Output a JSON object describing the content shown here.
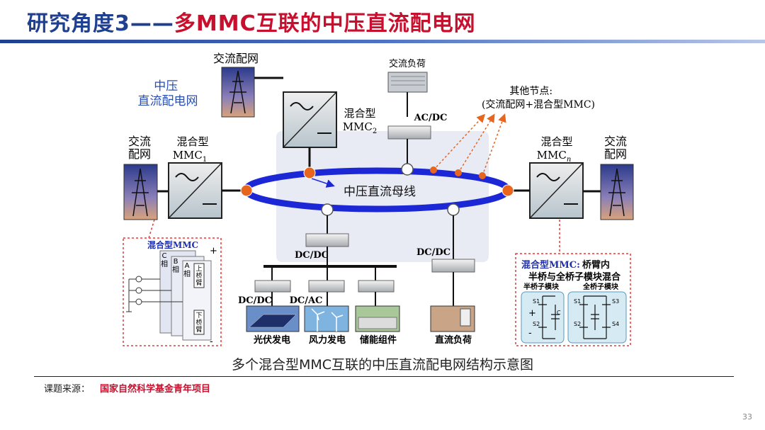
{
  "title": {
    "part1": "研究角度3——",
    "part2": "多MMC互联的中压直流配电网"
  },
  "diagram": {
    "grid_label": "中压\n直流配电网",
    "ac_grid_top": "交流配网",
    "ac_grid_left": "交流\n配网",
    "ac_grid_right": "交流\n配网",
    "mmc1": {
      "text": "混合型\nMMC",
      "sub": "1"
    },
    "mmc2": {
      "text": "混合型\nMMC",
      "sub": "2"
    },
    "mmcn": {
      "text": "混合型\nMMC",
      "sub": "n"
    },
    "ac_load": "交流负荷",
    "acdc": "AC/DC",
    "other_nodes": "其他节点:\n(交流配网+混合型MMC)",
    "bus": "中压直流母线",
    "dcdc_mid": "DC/DC",
    "dcdc_right": "DC/DC",
    "conv_dcdc": "DC/DC",
    "conv_dcac": "DC/AC",
    "pv": "光伏发电",
    "wind": "风力发电",
    "storage": "储能组件",
    "dc_load": "直流负荷",
    "hybrid_mmc_box": "混合型MMC",
    "phase_c": "C\n相",
    "phase_b": "B\n相",
    "phase_a": "A\n相",
    "upper_arm": "上\n桥\n臂",
    "lower_arm": "下\n桥\n臂",
    "plus": "+",
    "minus": "-",
    "arm_desc_title": "混合型MMC:",
    "arm_desc_1": "桥臂内",
    "arm_desc_2": "半桥与全桥子模块混合",
    "half_bridge": "半桥子模块",
    "full_bridge": "全桥子模块",
    "s1": "S1",
    "s2": "S2",
    "s3": "S3",
    "s4": "S4",
    "cap_c": "C"
  },
  "caption": "多个混合型MMC互联的中压直流配电网结构示意图",
  "source": {
    "label": "课题来源：",
    "value": "国家自然科学基金青年项目"
  },
  "page_number": "33",
  "colors": {
    "title_blue": "#1f3f8f",
    "title_red": "#c8102e",
    "bus_blue": "#1c28d6",
    "node_orange": "#e8651e",
    "dash_red": "#e23b3b"
  }
}
